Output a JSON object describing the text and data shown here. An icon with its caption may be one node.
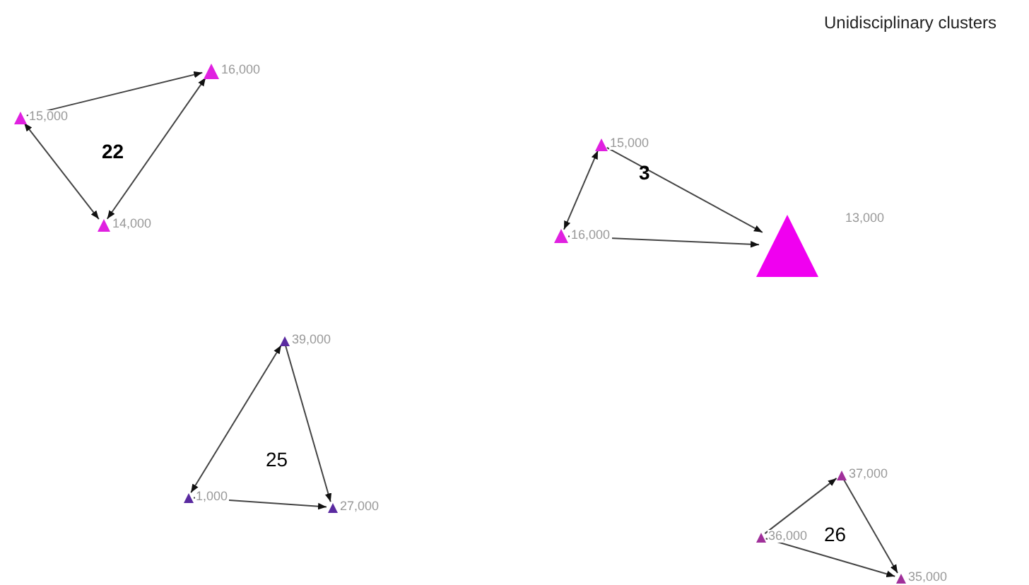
{
  "diagram": {
    "title": "Unidisciplinary clusters",
    "nodes": [
      {
        "text": [],
        "shape": "triangle",
        "beside": [
          "15,000"
        ]
      },
      {
        "text": [],
        "shape": "triangle",
        "beside": [
          "16,000"
        ]
      },
      {
        "text": [],
        "shape": "triangle",
        "beside": [
          "14,000"
        ]
      },
      {
        "text": [],
        "shape": "triangle",
        "beside": [
          "15,000"
        ]
      },
      {
        "text": [],
        "shape": "triangle",
        "beside": [
          "16,000"
        ]
      },
      {
        "text": [],
        "shape": "triangle",
        "beside": [
          "13,000"
        ]
      },
      {
        "text": [],
        "shape": "triangle",
        "beside": [
          "39,000"
        ]
      },
      {
        "text": [],
        "shape": "triangle",
        "beside": [
          "1,000"
        ]
      },
      {
        "text": [],
        "shape": "triangle",
        "beside": [
          "27,000"
        ]
      },
      {
        "text": [],
        "shape": "triangle",
        "beside": [
          "37,000"
        ]
      },
      {
        "text": [],
        "shape": "triangle",
        "beside": [
          "36,000"
        ]
      },
      {
        "text": [],
        "shape": "triangle",
        "beside": [
          "35,000"
        ]
      }
    ],
    "edges": [
      {
        "from": 0,
        "to": 1,
        "arrow": "to"
      },
      {
        "from": 0,
        "to": 2,
        "arrow": "both"
      },
      {
        "from": 2,
        "to": 1,
        "arrow": "both"
      },
      {
        "from": 3,
        "to": 4,
        "arrow": "both"
      },
      {
        "from": 3,
        "to": 5,
        "arrow": "to"
      },
      {
        "from": 4,
        "to": 5,
        "arrow": "to"
      },
      {
        "from": 7,
        "to": 6,
        "arrow": "both"
      },
      {
        "from": 6,
        "to": 8,
        "arrow": "to"
      },
      {
        "from": 7,
        "to": 8,
        "arrow": "to"
      },
      {
        "from": 10,
        "to": 9,
        "arrow": "to"
      },
      {
        "from": 9,
        "to": 11,
        "arrow": "to"
      },
      {
        "from": 10,
        "to": 11,
        "arrow": "to"
      }
    ],
    "labels": [
      "22",
      "3",
      "25",
      "26"
    ]
  }
}
